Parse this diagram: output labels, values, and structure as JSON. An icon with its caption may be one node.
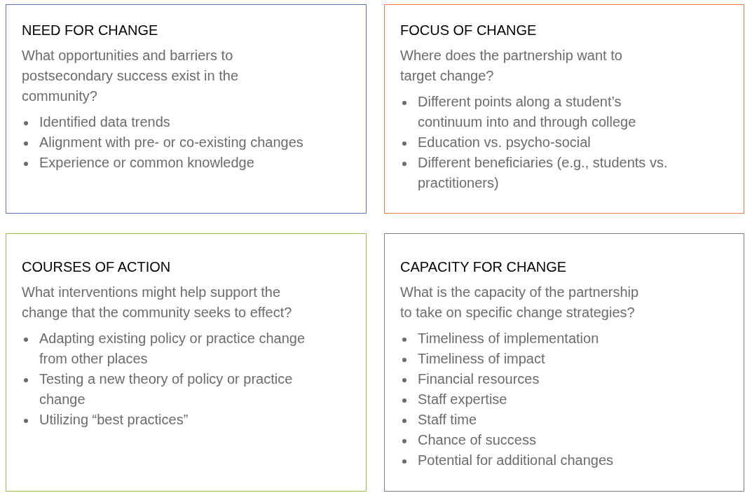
{
  "diagram": {
    "nodes": [
      {
        "text": [
          "NEED FOR CHANGE",
          "What opportunities and barriers to postsecondary success exist in the community?",
          "Identified data trends",
          "Alignment with pre- or co-existing changes",
          "Experience or common knowledge"
        ]
      },
      {
        "text": [
          "FOCUS OF CHANGE",
          "Where does the partnership want to target change?",
          "Different points along a student’s continuum into and through college",
          "Education vs. psycho-social",
          "Different beneficiaries (e.g., students vs. practitioners)"
        ]
      },
      {
        "text": [
          "COURSES OF ACTION",
          "What interventions might help support the change that the community seeks to effect?",
          "Adapting existing policy or practice change from other places",
          "Testing a new theory of policy or practice change",
          "Utilizing “best practices”"
        ]
      },
      {
        "text": [
          "CAPACITY FOR CHANGE",
          "What is the capacity of the partnership to take on specific change strategies?",
          "Timeliness of implementation",
          "Timeliness of impact",
          "Financial resources",
          "Staff expertise",
          "Staff time",
          "Chance of success",
          "Potential for additional changes"
        ]
      }
    ]
  }
}
